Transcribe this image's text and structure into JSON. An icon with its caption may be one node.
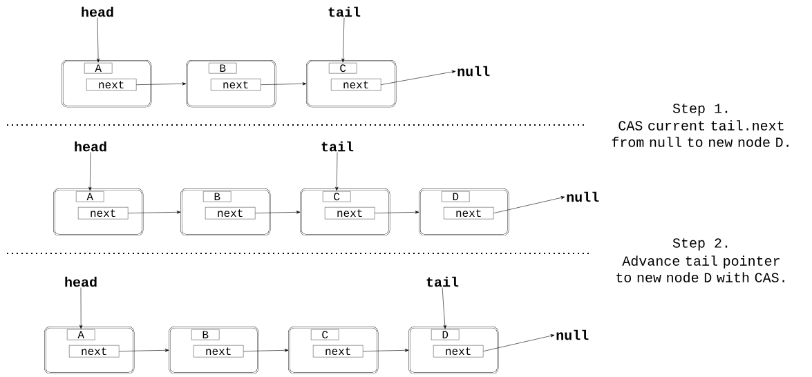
{
  "diagram": {
    "nodes": [
      {
        "text": [
          "head"
        ]
      },
      {
        "text": [
          "tail"
        ]
      },
      {
        "text": [],
        "shape": "box"
      },
      {
        "text": [
          "A"
        ],
        "in": 2
      },
      {
        "text": [
          "next"
        ],
        "in": 2
      },
      {
        "text": [],
        "shape": "box"
      },
      {
        "text": [
          "B"
        ],
        "in": 5
      },
      {
        "text": [
          "next"
        ],
        "in": 5
      },
      {
        "text": [],
        "shape": "box"
      },
      {
        "text": [
          "C"
        ],
        "in": 8
      },
      {
        "text": [
          "next"
        ],
        "in": 8
      },
      {
        "text": [
          "null"
        ]
      },
      {
        "text": [
          "head"
        ]
      },
      {
        "text": [
          "tail"
        ]
      },
      {
        "text": [],
        "shape": "box"
      },
      {
        "text": [
          "A"
        ],
        "in": 14
      },
      {
        "text": [
          "next"
        ],
        "in": 14
      },
      {
        "text": [],
        "shape": "box"
      },
      {
        "text": [
          "B"
        ],
        "in": 17
      },
      {
        "text": [
          "next"
        ],
        "in": 17
      },
      {
        "text": [],
        "shape": "box"
      },
      {
        "text": [
          "C"
        ],
        "in": 20
      },
      {
        "text": [
          "next"
        ],
        "in": 20
      },
      {
        "text": [],
        "shape": "box"
      },
      {
        "text": [
          "D"
        ],
        "in": 23
      },
      {
        "text": [
          "next"
        ],
        "in": 23
      },
      {
        "text": [
          "null"
        ]
      },
      {
        "text": [
          "head"
        ]
      },
      {
        "text": [
          "tail"
        ]
      },
      {
        "text": [],
        "shape": "box"
      },
      {
        "text": [
          "A"
        ],
        "in": 29
      },
      {
        "text": [
          "next"
        ],
        "in": 29
      },
      {
        "text": [],
        "shape": "box"
      },
      {
        "text": [
          "B"
        ],
        "in": 32
      },
      {
        "text": [
          "next"
        ],
        "in": 32
      },
      {
        "text": [],
        "shape": "box"
      },
      {
        "text": [
          "C"
        ],
        "in": 35
      },
      {
        "text": [
          "next"
        ],
        "in": 35
      },
      {
        "text": [],
        "shape": "box"
      },
      {
        "text": [
          "D"
        ],
        "in": 38
      },
      {
        "text": [
          "next"
        ],
        "in": 38
      },
      {
        "text": [
          "null"
        ]
      }
    ],
    "edges": [
      {
        "from": 0,
        "to": 3,
        "arrow": "to"
      },
      {
        "from": 1,
        "to": 9,
        "arrow": "to"
      },
      {
        "from": 4,
        "to": 5,
        "arrow": "to"
      },
      {
        "from": 7,
        "to": 8,
        "arrow": "to"
      },
      {
        "from": 10,
        "to": 11,
        "arrow": "to"
      },
      {
        "from": 12,
        "to": 15,
        "arrow": "to"
      },
      {
        "from": 13,
        "to": 21,
        "arrow": "to"
      },
      {
        "from": 16,
        "to": 17,
        "arrow": "to"
      },
      {
        "from": 19,
        "to": 20,
        "arrow": "to"
      },
      {
        "from": 22,
        "to": 23,
        "arrow": "to"
      },
      {
        "from": 25,
        "to": 26,
        "arrow": "to"
      },
      {
        "from": 27,
        "to": 30,
        "arrow": "to"
      },
      {
        "from": 28,
        "to": 39,
        "arrow": "to"
      },
      {
        "from": 31,
        "to": 32,
        "arrow": "to"
      },
      {
        "from": 34,
        "to": 35,
        "arrow": "to"
      },
      {
        "from": 37,
        "to": 38,
        "arrow": "to"
      },
      {
        "from": 40,
        "to": 41,
        "arrow": "to"
      }
    ],
    "labels": [
      "Step 1.",
      "CAS current tail.next from null to new node D.",
      "Step 2.",
      "Advance tail pointer to new node D with CAS."
    ]
  }
}
